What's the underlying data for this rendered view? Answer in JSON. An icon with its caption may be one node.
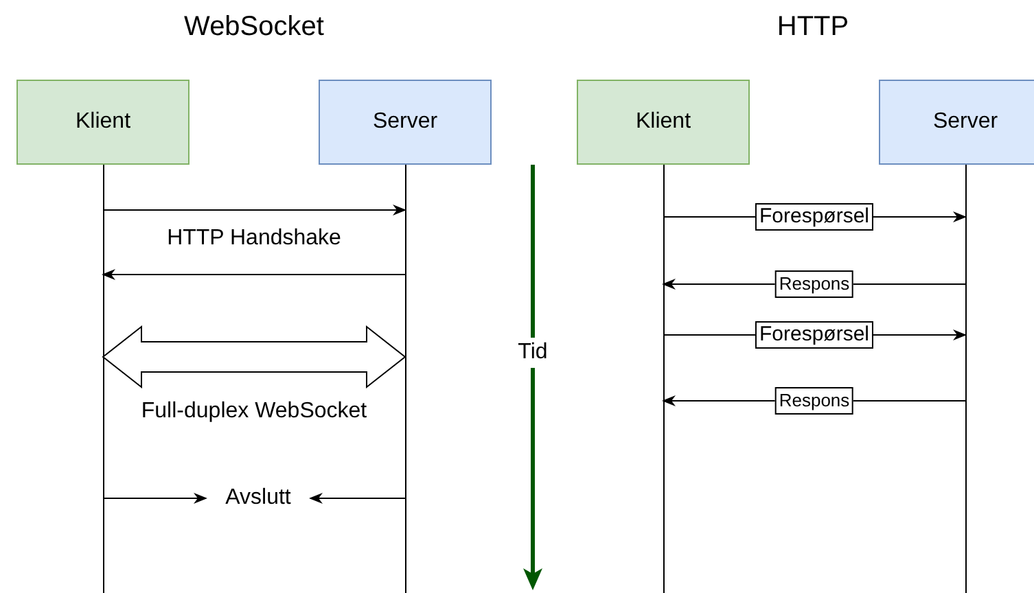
{
  "diagram": {
    "nodes": [
      {
        "text": [
          "Klient"
        ]
      },
      {
        "text": [
          "Server"
        ]
      },
      {
        "text": [
          "Klient"
        ]
      },
      {
        "text": [
          "Server"
        ]
      },
      {
        "text": [
          "Avslutt"
        ]
      }
    ],
    "edges": [
      {
        "from": 0,
        "to": 1,
        "arrow": "to"
      },
      {
        "from": 1,
        "to": 0,
        "arrow": "to"
      },
      {
        "from": 0,
        "to": 1,
        "arrow": "both",
        "label": "Full-duplex WebSocket"
      },
      {
        "from": 0,
        "to": 4,
        "arrow": "to"
      },
      {
        "from": 1,
        "to": 4,
        "arrow": "to"
      },
      {
        "from": 2,
        "to": 3,
        "arrow": "to",
        "label": "Forespørsel"
      },
      {
        "from": 3,
        "to": 2,
        "arrow": "to",
        "label": "Respons"
      },
      {
        "from": 2,
        "to": 3,
        "arrow": "to",
        "label": "Forespørsel"
      },
      {
        "from": 3,
        "to": 2,
        "arrow": "to",
        "label": "Respons"
      }
    ],
    "labels": [
      "WebSocket",
      "HTTP",
      "HTTP Handshake",
      "Tid"
    ]
  }
}
